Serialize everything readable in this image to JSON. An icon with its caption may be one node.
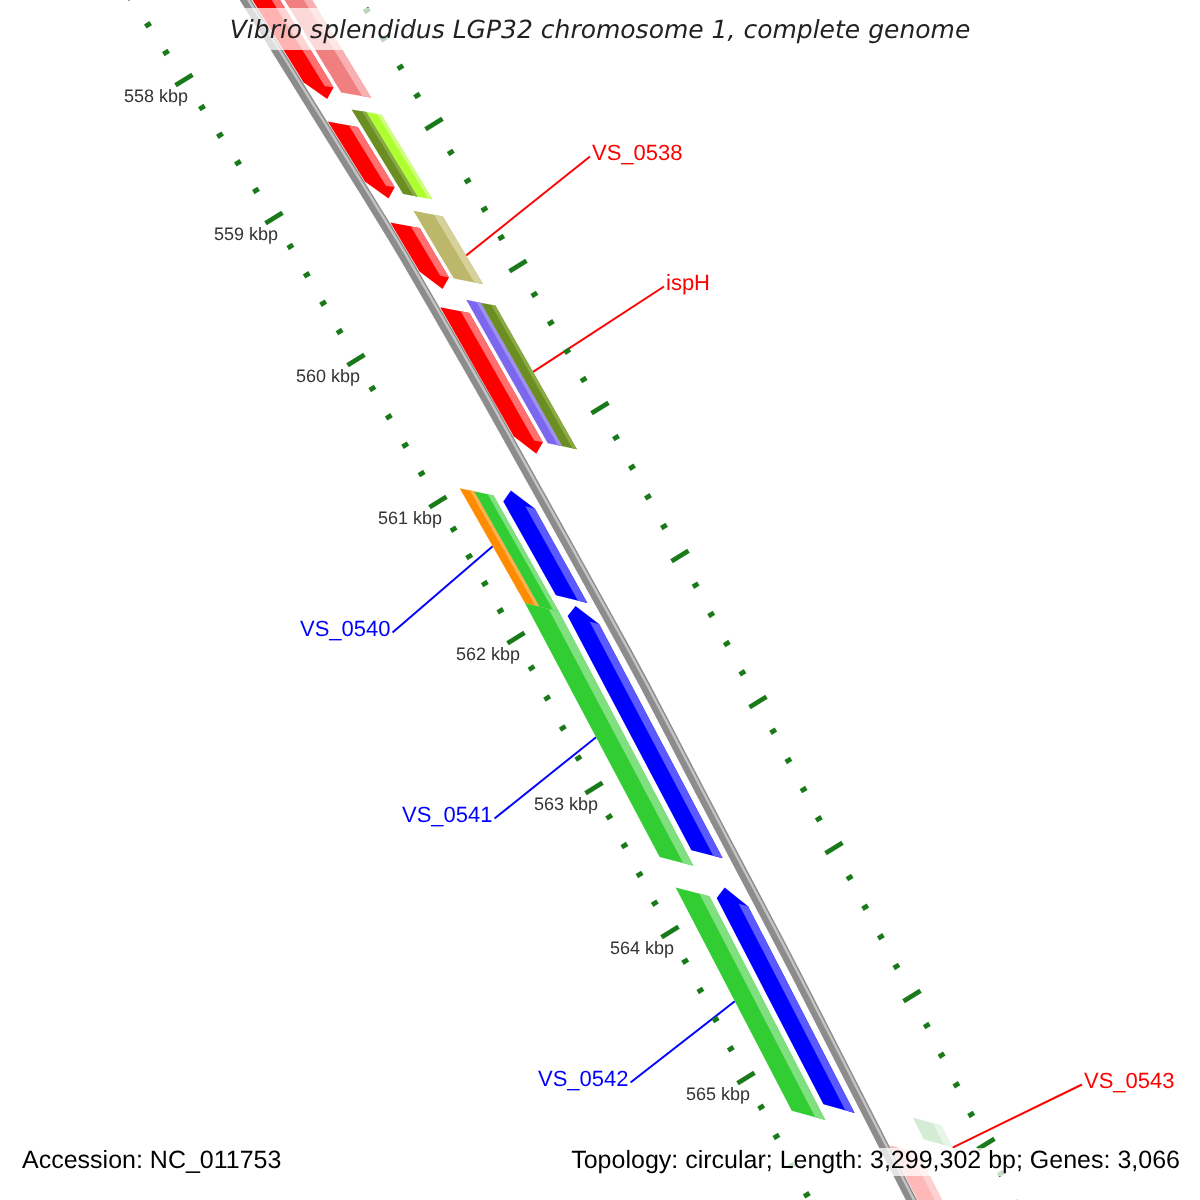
{
  "diagram": {
    "title": "Vibrio splendidus LGP32 chromosome 1, complete genome",
    "nodes": [
      {
        "text": [
          "VS_0538"
        ]
      },
      {
        "text": [
          "ispH"
        ]
      },
      {
        "text": [
          "VS_0540"
        ]
      },
      {
        "text": [
          "VS_0541"
        ]
      },
      {
        "text": [
          "VS_0542"
        ]
      },
      {
        "text": [
          "VS_0543"
        ]
      },
      {
        "text": [],
        "shape": "bar"
      },
      {
        "text": [],
        "shape": "bar"
      },
      {
        "text": [],
        "shape": "bar"
      },
      {
        "text": [],
        "shape": "bar"
      },
      {
        "text": [],
        "shape": "bar"
      },
      {
        "text": [],
        "shape": "bar"
      }
    ],
    "edges": [
      {
        "from": 0,
        "to": 6,
        "arrow": "none",
        "color": "#ff0000"
      },
      {
        "from": 1,
        "to": 7,
        "arrow": "none",
        "color": "#ff0000"
      },
      {
        "from": 2,
        "to": 8,
        "arrow": "none",
        "color": "#0000ff"
      },
      {
        "from": 3,
        "to": 9,
        "arrow": "none",
        "color": "#0000ff"
      },
      {
        "from": 4,
        "to": 10,
        "arrow": "none",
        "color": "#0000ff"
      },
      {
        "from": 5,
        "to": 11,
        "arrow": "none",
        "color": "#ff0000"
      }
    ],
    "labels": [
      "558 kbp",
      "559 kbp",
      "560 kbp",
      "561 kbp",
      "562 kbp",
      "563 kbp",
      "564 kbp",
      "565 kbp",
      "Accession: NC_011753",
      "Topology: circular; Length: 3,299,302 bp; Genes: 3,066"
    ]
  }
}
